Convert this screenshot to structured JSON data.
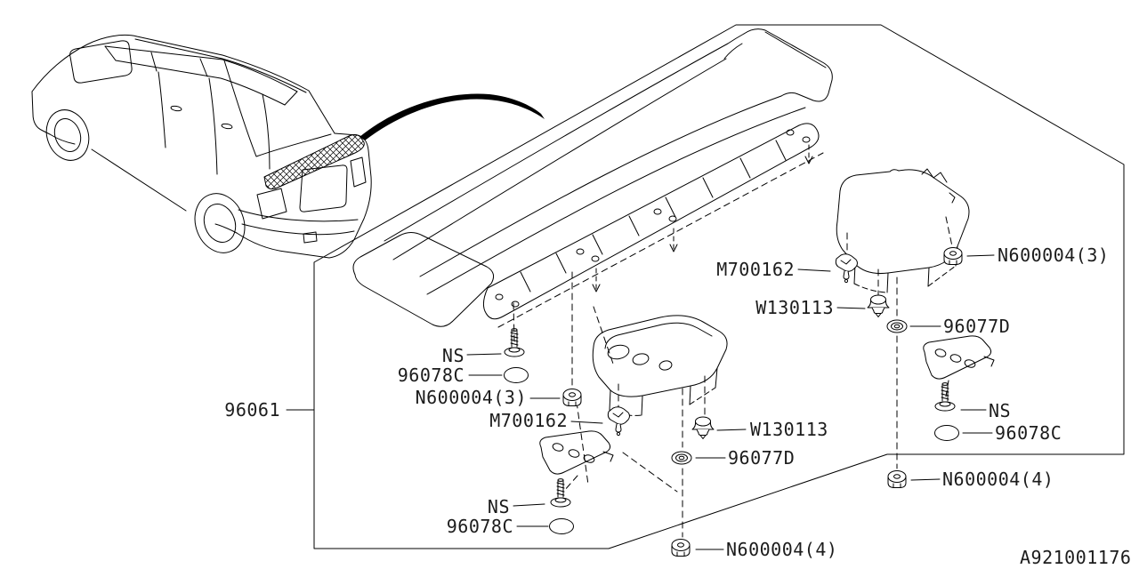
{
  "diagram": {
    "id_code": "A921001176",
    "parts": {
      "spoiler_assembly": "96061",
      "clip_square": "M700162",
      "clip_push": "W130113",
      "spacer": "96077D",
      "pad": "96078C",
      "nut_qty3": "N600004(3)",
      "nut_qty4": "N600004(4)",
      "not_supplied": "NS"
    },
    "colors": {
      "line": "#000000",
      "background": "#ffffff"
    }
  }
}
